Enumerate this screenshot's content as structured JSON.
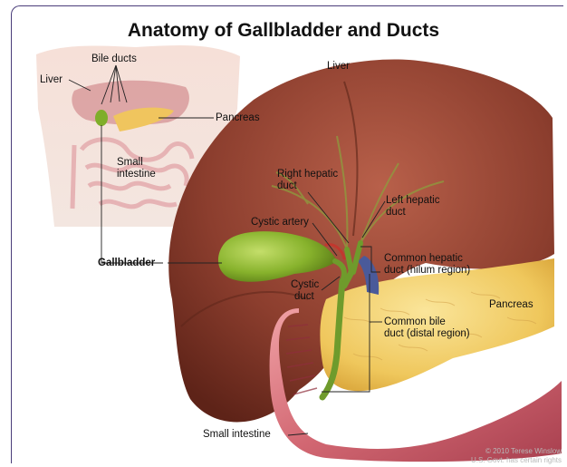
{
  "title": "Anatomy of Gallbladder and Ducts",
  "inset_labels": {
    "bile_ducts": "Bile ducts",
    "liver": "Liver",
    "pancreas": "Pancreas",
    "small_intestine_line1": "Small",
    "small_intestine_line2": "intestine",
    "gallbladder": "Gallbladder"
  },
  "main_labels": {
    "liver": "Liver",
    "right_hepatic_duct_line1": "Right hepatic",
    "right_hepatic_duct_line2": "duct",
    "left_hepatic_duct_line1": "Left hepatic",
    "left_hepatic_duct_line2": "duct",
    "cystic_artery": "Cystic artery",
    "common_hepatic_duct_line1": "Common hepatic",
    "common_hepatic_duct_line2": "duct (hilum region)",
    "cystic_duct_line1": "Cystic",
    "cystic_duct_line2": "duct",
    "pancreas": "Pancreas",
    "common_bile_duct_line1": "Common bile",
    "common_bile_duct_line2": "duct (distal region)",
    "small_intestine": "Small intestine"
  },
  "credit": {
    "line1": "© 2010 Terese Winslow",
    "line2": "U.S. Govt. has certain rights"
  },
  "colors": {
    "liver": "#8a3b2c",
    "gallbladder": "#7fae2a",
    "pancreas": "#f2cf6e",
    "intestine": "#d9727c",
    "duct": "#5f8f2c",
    "frame": "#4a3d7a"
  }
}
